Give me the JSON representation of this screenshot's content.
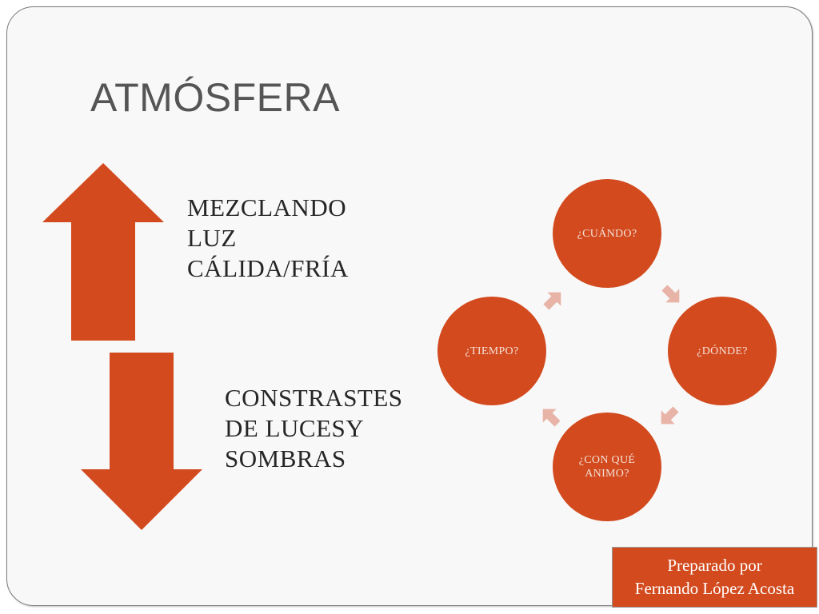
{
  "slide": {
    "title": "ATMÓSFERA"
  },
  "left": {
    "top_text": [
      "MEZCLANDO",
      "LUZ",
      "CÁLIDA/FRÍA"
    ],
    "bottom_text": [
      "CONSTRASTES",
      "DE LUCESY",
      "SOMBRAS"
    ]
  },
  "cycle": {
    "nodes": [
      {
        "lines": [
          "¿CUÁNDO?"
        ]
      },
      {
        "lines": [
          "¿DÓNDE?"
        ]
      },
      {
        "lines": [
          "¿CON QUÉ",
          "ANIMO?"
        ]
      },
      {
        "lines": [
          "¿TIEMPO?"
        ]
      }
    ]
  },
  "footer": {
    "line1": "Preparado por",
    "line2": "Fernando López Acosta"
  },
  "colors": {
    "accent": "#d24a1e",
    "connector": "#e8b4a8",
    "title": "#555555"
  }
}
